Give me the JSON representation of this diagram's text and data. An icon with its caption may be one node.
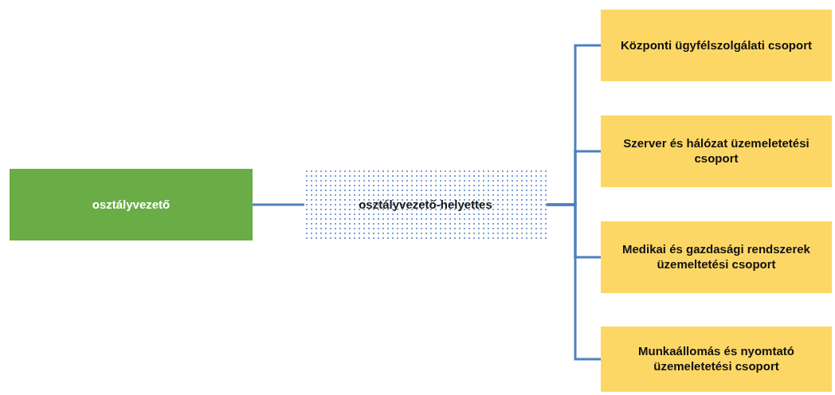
{
  "diagram": {
    "nodes": [
      {
        "text": [
          "osztályvezető"
        ]
      },
      {
        "text": [
          "osztályvezető-helyettes"
        ]
      },
      {
        "text": [
          "Központi ügyfélszolgálati csoport"
        ]
      },
      {
        "text": [
          "Szerver és hálózat üzemeletetési csoport"
        ]
      },
      {
        "text": [
          "Medikai és gazdasági rendszerek üzemeltetési csoport"
        ]
      },
      {
        "text": [
          "Munkaállomás és nyomtató üzemeletetési csoport"
        ]
      }
    ],
    "edges": [
      {
        "from": 0,
        "to": 1,
        "arrow": "none"
      },
      {
        "from": 1,
        "to": 2,
        "arrow": "none"
      },
      {
        "from": 1,
        "to": 3,
        "arrow": "none"
      },
      {
        "from": 1,
        "to": 4,
        "arrow": "none"
      },
      {
        "from": 1,
        "to": 5,
        "arrow": "none"
      }
    ]
  }
}
